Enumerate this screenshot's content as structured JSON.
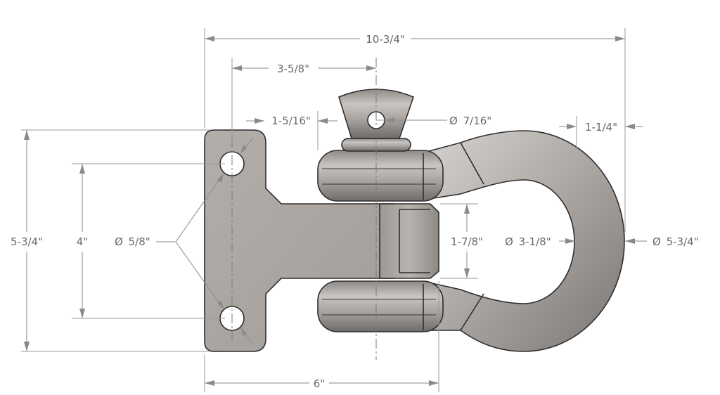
{
  "dimensions": {
    "overall_width": "10-3/4\"",
    "mount_to_pin": "3-5/8\"",
    "ear_thickness": "1-5/16\"",
    "pin_hole_dia": "7/16\"",
    "bow_stock": "1-1/4\"",
    "plate_height": "5-3/4\"",
    "hole_spacing": "4\"",
    "hole_dia": "5/8\"",
    "receiver_height": "1-7/8\"",
    "inner_dia": "3-1/8\"",
    "outer_dia": "5-3/4\"",
    "base_length": "6\""
  },
  "symbols": {
    "diameter": "Ø"
  },
  "colors": {
    "metal": "#a9a4a0",
    "metal_dark": "#8f8a86",
    "outline": "#2e2e2e",
    "dim": "#8a8a8a"
  }
}
